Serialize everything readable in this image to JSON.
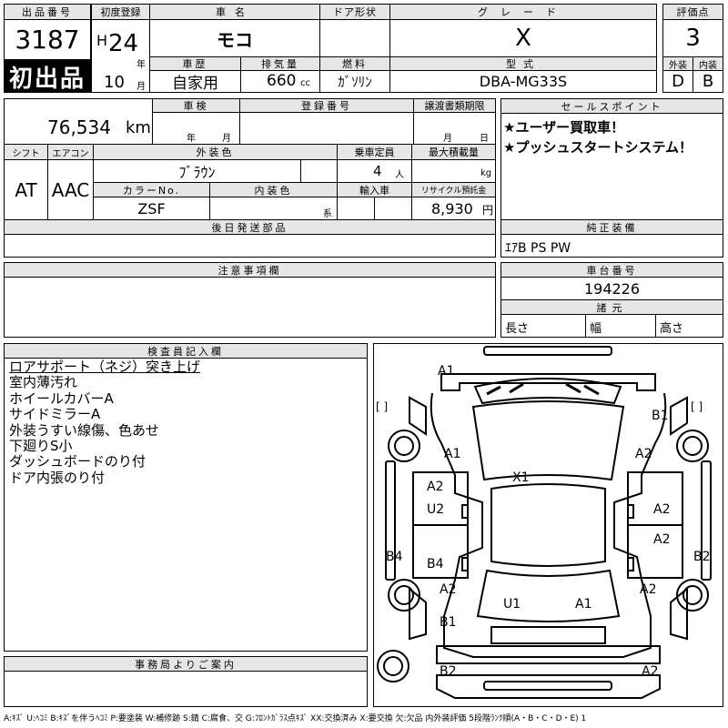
{
  "header": {
    "lot_label": "出品番号",
    "lot_number": "3187",
    "first_listing": "初出品",
    "first_reg_label": "初度登録",
    "era": "H",
    "year": "24",
    "year_unit": "年",
    "month": "10",
    "month_unit": "月",
    "car_name_label": "車名",
    "car_name": "モコ",
    "door_label": "ドア形状",
    "door": "",
    "grade_label": "グレード",
    "grade": "X",
    "score_label": "評価点",
    "score": "3",
    "history_label": "車歴",
    "history": "自家用",
    "displacement_label": "排気量",
    "displacement": "660",
    "displacement_unit": "cc",
    "fuel_label": "燃料",
    "fuel": "ｶﾞｿﾘﾝ",
    "model_label": "型式",
    "model": "DBA-MG33S",
    "exterior_label": "外装",
    "exterior_grade": "D",
    "interior_label": "内装",
    "interior_grade": "B"
  },
  "details": {
    "mileage": "76,534",
    "mileage_unit": "km",
    "inspection_label": "車検",
    "inspection_year_unit": "年",
    "inspection_month_unit": "月",
    "registration_label": "登録番号",
    "registration": "",
    "transfer_label": "譲渡書類期限",
    "transfer_month_unit": "月",
    "transfer_day_unit": "日",
    "shift_label": "シフト",
    "shift": "AT",
    "ac_label": "エアコン",
    "ac": "AAC",
    "exterior_color_label": "外装色",
    "exterior_color": "ﾌﾞﾗｳﾝ",
    "capacity_label": "乗車定員",
    "capacity": "4",
    "capacity_unit": "人",
    "max_load_label": "最大積載量",
    "max_load_unit": "kg",
    "color_no_label": "カラーNo.",
    "color_no": "ZSF",
    "interior_color_label": "内装色",
    "interior_color_unit": "系",
    "import_label": "輸入車",
    "recycle_label": "リサイクル預託金",
    "recycle": "8,930",
    "recycle_unit": "円",
    "later_parts_label": "後日発送部品"
  },
  "sales_points": {
    "label": "セールスポイント",
    "items": [
      "★ユーザー買取車！",
      "★プッシュスタートシステム！"
    ]
  },
  "equipment": {
    "label": "純正装備",
    "value": "ｴｱB PS PW"
  },
  "chassis": {
    "label": "車台番号",
    "number": "194226",
    "specs_label": "諸元",
    "length_label": "長さ",
    "width_label": "幅",
    "height_label": "高さ"
  },
  "notes": {
    "label": "注意事項欄"
  },
  "inspector": {
    "label": "検査員記入欄",
    "lines": [
      "ロアサポート（ネジ）突き上げ",
      "室内薄汚れ",
      "ホイールカバーA",
      "サイドミラーA",
      "外装うすい線傷、色あせ",
      "下廻りS小",
      "ダッシュボードのり付",
      "ドア内張のり付"
    ]
  },
  "office": {
    "label": "事務局よりご案内"
  },
  "damage_map": {
    "bracket_left": "[    ]",
    "bracket_right": "[    ]",
    "labels": {
      "front_bumper": "A1",
      "front_right_fender": "B1",
      "hood_left": "A1",
      "hood_right": "A2",
      "roof": "X1",
      "left_front_door_a": "A2",
      "left_front_door_u": "U2",
      "right_front_door": "A2",
      "right_rear_door": "A2",
      "left_rocker": "B4",
      "left_rear_door": "B4",
      "right_rocker": "B2",
      "left_rear_fender": "A2",
      "right_rear_fender": "A2",
      "trunk_left": "U1",
      "trunk_right": "A1",
      "left_rear_corner": "B1",
      "rear_bumper_left": "B2",
      "rear_bumper_right": "A2"
    }
  },
  "legend": "A:ｷｽﾞ U:ﾍｺﾐ B:ｷｽﾞを伴うﾍｺﾐ P:要塗装 W:補修跡 S:錆 C:腐食、交 G:ﾌﾛﾝﾄｶﾞﾗｽ点ｷｽﾞ XX:交換済み X:要交換 欠:欠品 内外装評価 5段階ﾗﾝｸ順(A・B・C・D・E) 1"
}
